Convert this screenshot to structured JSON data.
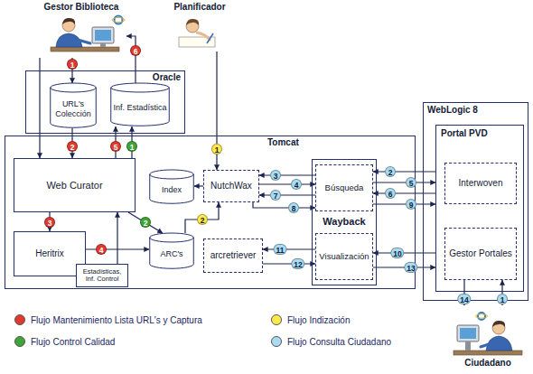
{
  "diagram": {
    "nodes": [
      {
        "text": [
          "Gestor Biblioteca"
        ]
      },
      {
        "text": [
          "Planificador"
        ]
      },
      {
        "text": [
          "Oracle"
        ]
      },
      {
        "text": [
          "URL's Colección"
        ],
        "in": 2
      },
      {
        "text": [
          "Inf. Estadística"
        ],
        "in": 2
      },
      {
        "text": [
          "Tomcat"
        ]
      },
      {
        "text": [
          "Web Curator"
        ],
        "in": 5
      },
      {
        "text": [
          "Heritrix"
        ],
        "in": 5
      },
      {
        "text": [
          "Estadísticas, Inf. Control"
        ],
        "in": 5
      },
      {
        "text": [
          "Index"
        ],
        "in": 5
      },
      {
        "text": [
          "NutchWax"
        ],
        "in": 5
      },
      {
        "text": [
          "ARC's"
        ],
        "in": 5
      },
      {
        "text": [
          "arcretriever"
        ],
        "in": 5
      },
      {
        "text": [
          "Wayback"
        ],
        "in": 5
      },
      {
        "text": [
          "Búsqueda"
        ],
        "in": 13
      },
      {
        "text": [
          "Visualización"
        ],
        "in": 13
      },
      {
        "text": [
          "WebLogic 8"
        ]
      },
      {
        "text": [
          "Portal PVD"
        ],
        "in": 16
      },
      {
        "text": [
          "Interwoven"
        ],
        "in": 17
      },
      {
        "text": [
          "Gestor Portales"
        ],
        "in": 17
      },
      {
        "text": [
          "Ciudadano"
        ]
      }
    ],
    "edges": [
      {
        "from": 0,
        "to": 3,
        "arrow": "to",
        "label": "1"
      },
      {
        "from": 0,
        "to": 6,
        "arrow": "to"
      },
      {
        "from": 3,
        "to": 6,
        "arrow": "to",
        "label": "2"
      },
      {
        "from": 6,
        "to": 7,
        "arrow": "to",
        "label": "3"
      },
      {
        "from": 7,
        "to": 11,
        "arrow": "to",
        "label": "4"
      },
      {
        "from": 8,
        "to": 6,
        "arrow": "to"
      },
      {
        "from": 6,
        "to": 4,
        "arrow": "to",
        "label": "5"
      },
      {
        "from": 4,
        "to": 0,
        "arrow": "to",
        "label": "6"
      },
      {
        "from": 6,
        "to": 4,
        "arrow": "to",
        "label": "1"
      },
      {
        "from": 6,
        "to": 11,
        "arrow": "to",
        "label": "2"
      },
      {
        "from": 1,
        "to": 10,
        "arrow": "to",
        "label": "1"
      },
      {
        "from": 11,
        "to": 10,
        "arrow": "to",
        "label": "2"
      },
      {
        "from": 10,
        "to": 9,
        "arrow": "to"
      },
      {
        "from": 20,
        "to": 19,
        "arrow": "to",
        "label": "1"
      },
      {
        "from": 17,
        "to": 14,
        "arrow": "to",
        "label": "2"
      },
      {
        "from": 14,
        "to": 10,
        "arrow": "to",
        "label": "3"
      },
      {
        "from": 10,
        "to": 14,
        "arrow": "to",
        "label": "4"
      },
      {
        "from": 14,
        "to": 17,
        "arrow": "to",
        "label": "5"
      },
      {
        "from": 17,
        "to": 14,
        "arrow": "to",
        "label": "6"
      },
      {
        "from": 14,
        "to": 10,
        "arrow": "to",
        "label": "7"
      },
      {
        "from": 10,
        "to": 14,
        "arrow": "to",
        "label": "8"
      },
      {
        "from": 14,
        "to": 17,
        "arrow": "to",
        "label": "9"
      },
      {
        "from": 17,
        "to": 15,
        "arrow": "to",
        "label": "10"
      },
      {
        "from": 15,
        "to": 12,
        "arrow": "to",
        "label": "11"
      },
      {
        "from": 12,
        "to": 15,
        "arrow": "to",
        "label": "12"
      },
      {
        "from": 15,
        "to": 17,
        "arrow": "to",
        "label": "13"
      },
      {
        "from": 19,
        "to": 20,
        "arrow": "to",
        "label": "14"
      }
    ],
    "legend": [
      {
        "text": "Flujo Mantenimiento Lista URL's y Captura",
        "color": "#e03a2f"
      },
      {
        "text": "Flujo Control Calidad",
        "color": "#3fa535"
      },
      {
        "text": "Flujo Indización",
        "color": "#ffe94d"
      },
      {
        "text": "Flujo Consulta Ciudadano",
        "color": "#a9dcf2"
      }
    ]
  }
}
